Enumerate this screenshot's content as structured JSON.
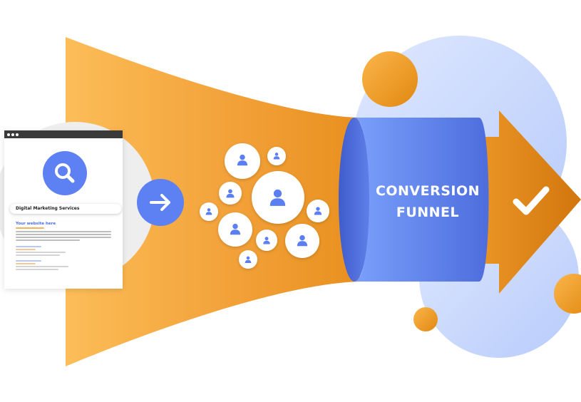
{
  "diagram": {
    "funnel_label_line1": "CONVERSION",
    "funnel_label_line2": "FUNNEL",
    "search_query": "Digital Marketing Services",
    "result_title": "Your website here"
  },
  "colors": {
    "orange_light": "#fbb953",
    "orange_mid": "#f3a23a",
    "orange_dark": "#d5780e",
    "blue_primary": "#6b8ff6",
    "blue_dark": "#4f6ee0",
    "blue_light": "#c6d6fc",
    "grey_circle": "#efefef",
    "user_icon": "#5b7ff2"
  },
  "icons": {
    "search": "search-icon",
    "arrow": "arrow-right-icon",
    "check": "checkmark-icon",
    "user": "user-icon"
  }
}
